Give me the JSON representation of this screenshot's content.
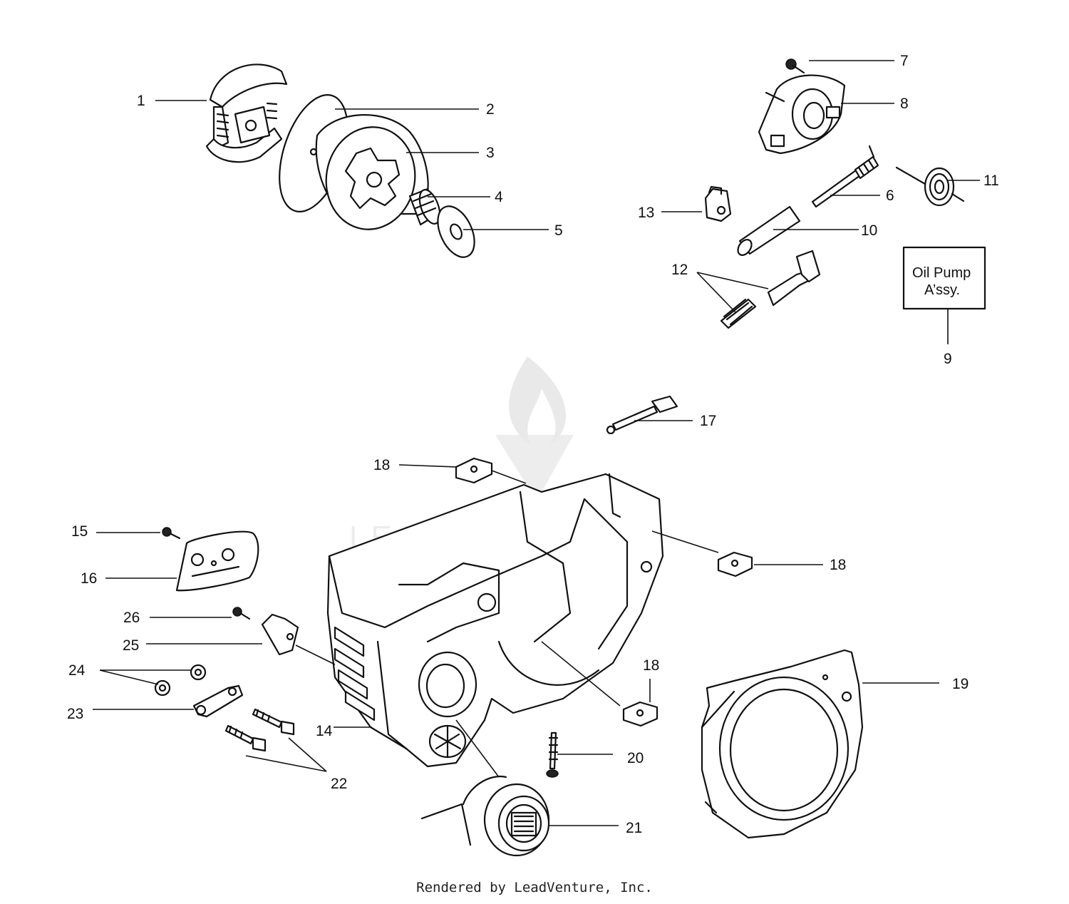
{
  "diagram": {
    "callouts": [
      "1",
      "2",
      "3",
      "4",
      "5",
      "6",
      "7",
      "8",
      "9",
      "10",
      "11",
      "12",
      "13",
      "14",
      "15",
      "16",
      "17",
      "18",
      "19",
      "20",
      "21",
      "22",
      "23",
      "24",
      "25",
      "26"
    ],
    "callout_18_extra": [
      "18",
      "18"
    ],
    "oil_pump_box": {
      "line1": "Oil Pump",
      "line2": "A’ssy."
    },
    "watermark_text": "LEADVENTURE"
  },
  "footer": {
    "text": "Rendered by LeadVenture, Inc."
  }
}
